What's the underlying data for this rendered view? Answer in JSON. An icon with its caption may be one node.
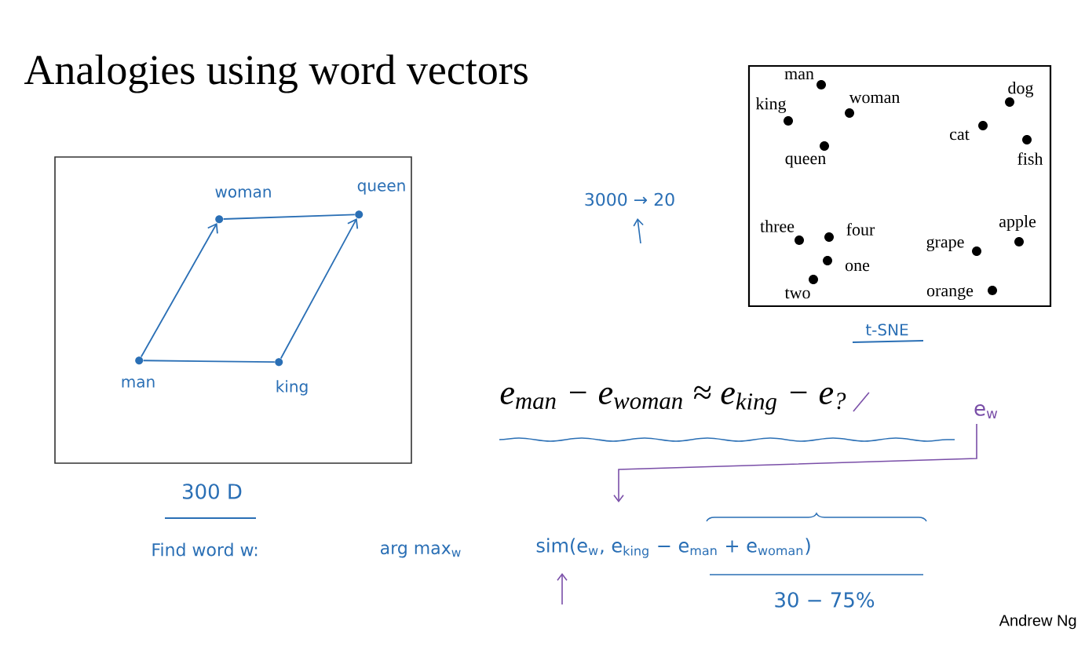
{
  "diagram": {
    "title": "Analogies using word vectors",
    "nodes": [
      {
        "text": [],
        "shape": "box"
      },
      {
        "text": [],
        "shape": "circle",
        "beside": [
          "man"
        ],
        "in": 0
      },
      {
        "text": [],
        "shape": "circle",
        "beside": [
          "king"
        ],
        "in": 0
      },
      {
        "text": [],
        "shape": "circle",
        "beside": [
          "woman"
        ],
        "in": 0
      },
      {
        "text": [],
        "shape": "circle",
        "beside": [
          "queen"
        ],
        "in": 0
      }
    ],
    "edges": [
      {
        "from": 1,
        "to": 3,
        "arrow": "to"
      },
      {
        "from": 2,
        "to": 4,
        "arrow": "to"
      },
      {
        "from": 1,
        "to": 2,
        "arrow": "none"
      },
      {
        "from": 3,
        "to": 4,
        "arrow": "none"
      }
    ],
    "labels": [
      "3000 → 20",
      "man",
      "king",
      "woman",
      "queen",
      "dog",
      "cat",
      "fish",
      "three",
      "four",
      "one",
      "two",
      "apple",
      "grape",
      "orange",
      "t-SNE",
      "e$_{man}$ − e$_{woman}$ ≈ e$_{king}$ − e$_{?}$",
      "e$_{w}$",
      "300 D",
      "Find word w:",
      "arg max$_{w}$",
      "sim(e$_{w}$, e$_{king}$ − e$_{man}$ + e$_{woman}$)",
      "30 − 75%",
      "Andrew Ng"
    ]
  }
}
